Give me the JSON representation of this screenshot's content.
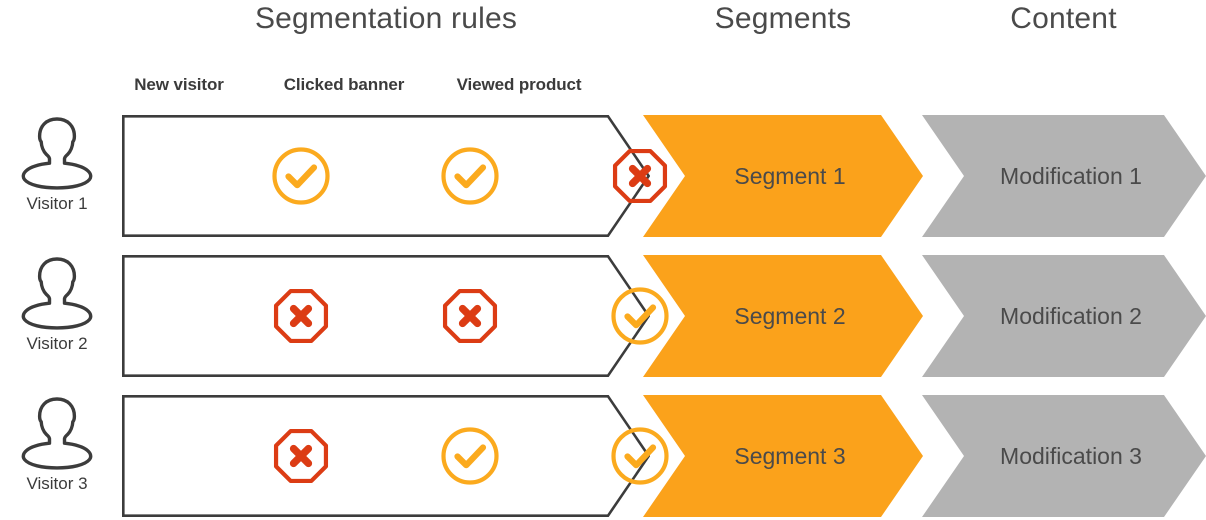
{
  "columns": {
    "rules_title": "Segmentation rules",
    "segments_title": "Segments",
    "content_title": "Content"
  },
  "rule_headers": [
    {
      "label": "New visitor"
    },
    {
      "label": "Clicked banner"
    },
    {
      "label": "Viewed product"
    }
  ],
  "colors": {
    "check": "#FBAA1E",
    "cross": "#DC3C14",
    "outline": "#3C3C3C",
    "segment_fill": "#FBA21B",
    "content_fill": "#B3B3B3",
    "text": "#4A4A4A"
  },
  "icons": {
    "avatar": "person-icon",
    "check": "check-circle-icon",
    "cross": "cross-octagon-icon"
  },
  "rows": [
    {
      "visitor_label": "Visitor 1",
      "rules": [
        "check",
        "check",
        "cross"
      ],
      "segment_label": "Segment 1",
      "content_label": "Modification 1"
    },
    {
      "visitor_label": "Visitor 2",
      "rules": [
        "cross",
        "cross",
        "check"
      ],
      "segment_label": "Segment 2",
      "content_label": "Modification 2"
    },
    {
      "visitor_label": "Visitor 3",
      "rules": [
        "cross",
        "check",
        "check"
      ],
      "segment_label": "Segment 3",
      "content_label": "Modification 3"
    }
  ]
}
